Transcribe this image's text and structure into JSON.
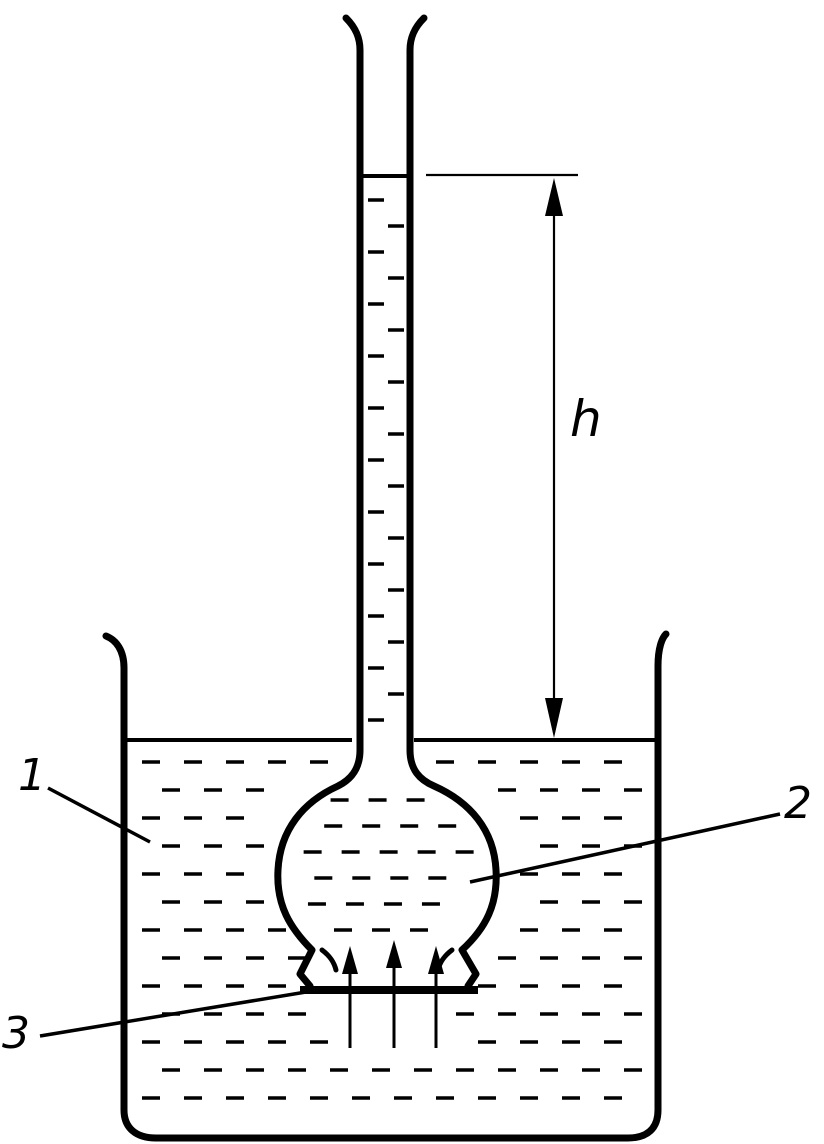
{
  "labels": {
    "vessel": "1",
    "bulb": "2",
    "membrane": "3",
    "height": "h"
  }
}
